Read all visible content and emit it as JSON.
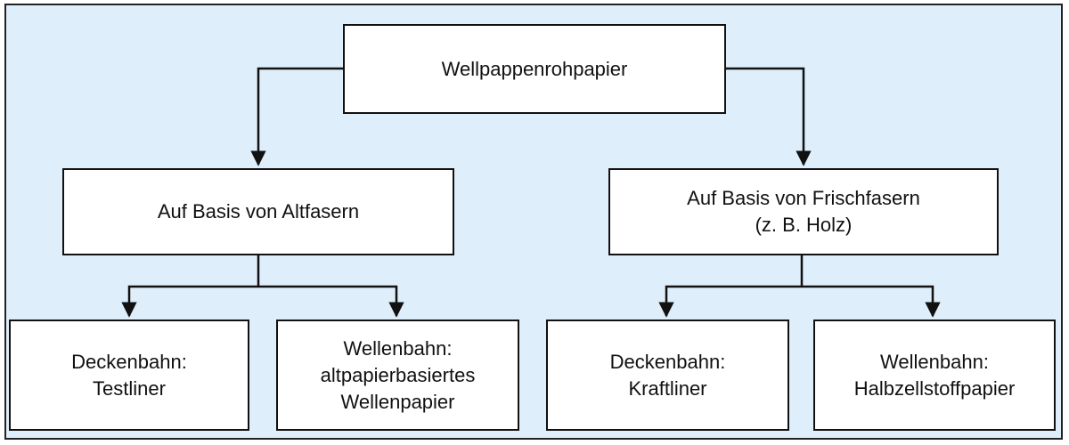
{
  "diagram": {
    "root": {
      "label": "Wellpappenrohpapier"
    },
    "left_branch": {
      "label": "Auf Basis von Altfasern",
      "children": [
        {
          "lines": [
            "Deckenbahn:",
            "Testliner"
          ]
        },
        {
          "lines": [
            "Wellenbahn:",
            "altpapierbasiertes",
            "Wellenpapier"
          ]
        }
      ]
    },
    "right_branch": {
      "lines": [
        "Auf Basis von Frischfasern",
        "(z. B. Holz)"
      ],
      "children": [
        {
          "lines": [
            "Deckenbahn:",
            "Kraftliner"
          ]
        },
        {
          "lines": [
            "Wellenbahn:",
            "Halbzellstoffpapier"
          ]
        }
      ]
    }
  }
}
